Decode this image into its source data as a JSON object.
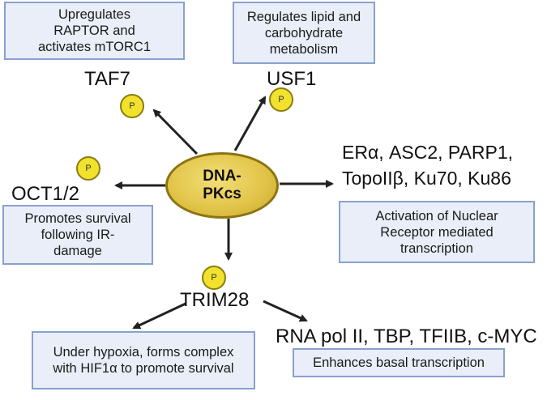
{
  "center": {
    "label": "DNA-\nPKcs"
  },
  "phospho_badge": "P",
  "nodes": {
    "taf7": "TAF7",
    "usf1": "USF1",
    "oct12": "OCT1/2",
    "trim28": "TRIM28",
    "nuclear_receptors": "ERα, ASC2,  PARP1,\nTopoIIβ, Ku70, Ku86",
    "basal_machinery": "RNA pol II, TBP, TFIIB, c-MYC"
  },
  "boxes": {
    "taf7_effect": "Upregulates\nRAPTOR and\nactivates mTORC1",
    "usf1_effect": "Regulates lipid and\ncarbohydrate\nmetabolism",
    "oct12_effect": "Promotes survival\nfollowing IR-\ndamage",
    "nuclear_receptor_effect": "Activation of Nuclear\nReceptor mediated\ntranscription",
    "trim28_effect": "Under hypoxia, forms complex\nwith HIF1α to promote survival",
    "basal_effect": "Enhances basal transcription"
  },
  "colors": {
    "box_fill": "#e9eef8",
    "box_border": "#8aa0cf",
    "center_fill": "#e2c54a",
    "phospho_fill": "#f2e22e",
    "arrow": "#222222"
  }
}
